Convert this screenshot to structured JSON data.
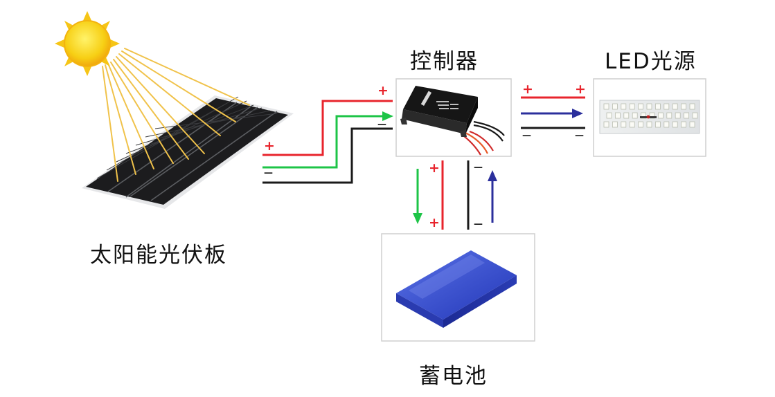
{
  "labels": {
    "solar_panel": "太阳能光伏板",
    "controller": "控制器",
    "led_source": "LED光源",
    "battery": "蓄电池"
  },
  "signs": {
    "plus": "+",
    "minus": "—"
  },
  "colors": {
    "positive_wire": "#e8242c",
    "charge_wire": "#1dc447",
    "negative_wire": "#1a1a1a",
    "output_arrow": "#2b2f9c",
    "battery_blue": "#2f47c8",
    "sun": "#f6c516",
    "sun_ray": "#f0c24a"
  },
  "icons": [
    "sun-icon",
    "solar-panel-icon",
    "controller-device-icon",
    "led-module-icon",
    "battery-icon"
  ]
}
